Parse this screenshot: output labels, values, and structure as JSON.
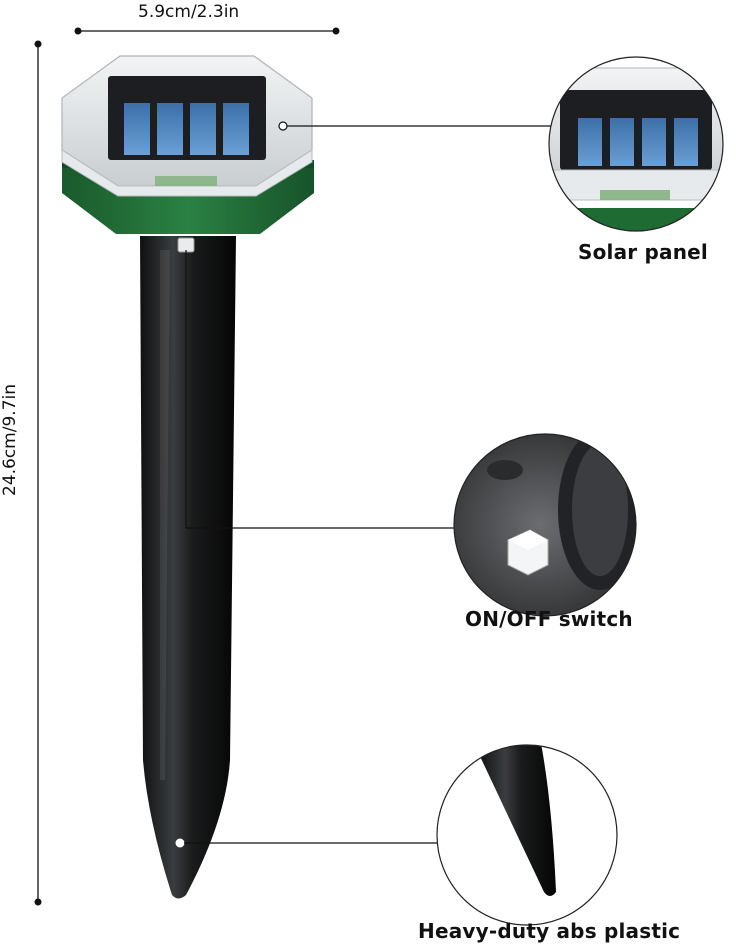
{
  "dimensions": {
    "width_label": "5.9cm/2.3in",
    "height_label": "24.6cm/9.7in"
  },
  "callouts": {
    "solar_panel": "Solar panel",
    "switch": "ON/OFF switch",
    "material": "Heavy-duty abs plastic"
  },
  "colors": {
    "stake": "#1b1c1d",
    "housing_green": "#1f6b34",
    "solar_cell": "#4a7fb6",
    "cover": "#dfe4e6",
    "line": "#111111"
  }
}
